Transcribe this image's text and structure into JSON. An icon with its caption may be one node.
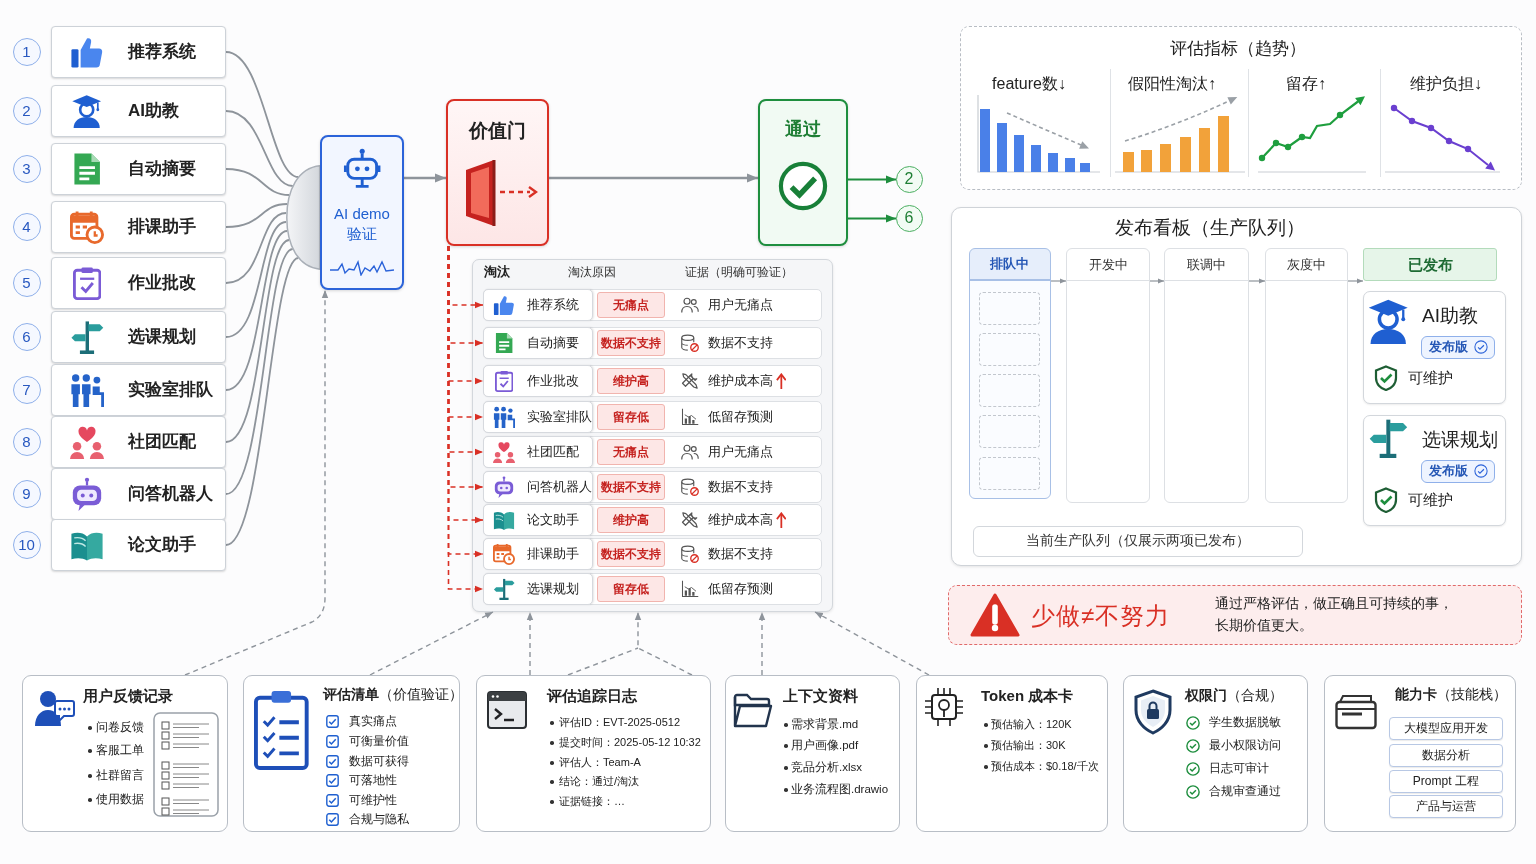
{
  "diagram": {
    "nodes": [
      {
        "text": [
          "1"
        ]
      },
      {
        "text": [
          "推荐系统"
        ]
      },
      {
        "text": [
          "2"
        ]
      },
      {
        "text": [
          "AI助教"
        ]
      },
      {
        "text": [
          "3"
        ]
      },
      {
        "text": [
          "自动摘要"
        ]
      },
      {
        "text": [
          "4"
        ]
      },
      {
        "text": [
          "排课助手"
        ]
      },
      {
        "text": [
          "5"
        ]
      },
      {
        "text": [
          "作业批改"
        ]
      },
      {
        "text": [
          "6"
        ]
      },
      {
        "text": [
          "选课规划"
        ]
      },
      {
        "text": [
          "7"
        ]
      },
      {
        "text": [
          "实验室排队"
        ]
      },
      {
        "text": [
          "8"
        ]
      },
      {
        "text": [
          "社团匹配"
        ]
      },
      {
        "text": [
          "9"
        ]
      },
      {
        "text": [
          "问答机器人"
        ]
      },
      {
        "text": [
          "10"
        ]
      },
      {
        "text": [
          "论文助手"
        ]
      },
      {
        "text": [],
        "shape": "semicircle"
      },
      {
        "text": [
          "AI demo 验证"
        ]
      },
      {
        "text": [
          "价值门"
        ]
      },
      {
        "text": [
          "通过"
        ]
      },
      {
        "text": [
          "2"
        ]
      },
      {
        "text": [
          "6"
        ]
      },
      {
        "text": [
          "淘汰",
          "淘汰原因",
          "证据（明确可验证）"
        ]
      },
      {
        "text": [
          "推荐系统",
          "无痛点",
          "用户无痛点"
        ],
        "in": 26
      },
      {
        "text": [
          "自动摘要",
          "数据不支持",
          "数据不支持"
        ],
        "in": 26
      },
      {
        "text": [
          "作业批改",
          "维护高",
          "维护成本高"
        ],
        "in": 26
      },
      {
        "text": [
          "实验室排队",
          "留存低",
          "低留存预测"
        ],
        "in": 26
      },
      {
        "text": [
          "社团匹配",
          "无痛点",
          "用户无痛点"
        ],
        "in": 26
      },
      {
        "text": [
          "问答机器人",
          "数据不支持",
          "数据不支持"
        ],
        "in": 26
      },
      {
        "text": [
          "论文助手",
          "维护高",
          "维护成本高"
        ],
        "in": 26
      },
      {
        "text": [
          "排课助手",
          "数据不支持",
          "数据不支持"
        ],
        "in": 26
      },
      {
        "text": [
          "选课规划",
          "留存低",
          "低留存预测"
        ],
        "in": 26
      },
      {
        "text": [
          "评估指标（趋势）",
          "feature数↓",
          "假阳性淘汰↑",
          "留存↑",
          "维护负担↓"
        ]
      },
      {
        "text": [
          "发布看板（生产队列）"
        ]
      },
      {
        "text": [
          "排队中"
        ],
        "in": 37
      },
      {
        "text": [],
        "shape": "box",
        "in": 38
      },
      {
        "text": [],
        "shape": "box",
        "in": 38
      },
      {
        "text": [],
        "shape": "box",
        "in": 38
      },
      {
        "text": [],
        "shape": "box",
        "in": 38
      },
      {
        "text": [],
        "shape": "box",
        "in": 38
      },
      {
        "text": [
          "开发中"
        ],
        "in": 37
      },
      {
        "text": [
          "联调中"
        ],
        "in": 37
      },
      {
        "text": [
          "灰度中"
        ],
        "in": 37
      },
      {
        "text": [
          "已发布"
        ],
        "in": 37
      },
      {
        "text": [
          "AI助教",
          "发布版",
          "可维护"
        ],
        "in": 37
      },
      {
        "text": [
          "选课规划",
          "发布版",
          "可维护"
        ],
        "in": 37
      },
      {
        "text": [
          "当前生产队列（仅展示两项已发布）"
        ],
        "in": 37
      },
      {
        "text": [
          "少做≠不努力",
          "通过严格评估，做正确且可持续的事，长期价值更大。"
        ]
      },
      {
        "text": [
          "用户反馈记录",
          "问卷反馈",
          "客服工单",
          "社群留言",
          "使用数据"
        ]
      },
      {
        "text": [
          "**评估清单**（价值验证）",
          "真实痛点",
          "可衡量价值",
          "数据可获得",
          "可落地性",
          "可维护性",
          "合规与隐私"
        ]
      },
      {
        "text": [
          "评估追踪日志",
          "评估ID：EVT-2025-0512",
          "提交时间：2025-05-12 10:32",
          "评估人：Team-A",
          "结论：通过/淘汰",
          "证据链接：…"
        ]
      },
      {
        "text": [
          "上下文资料",
          "需求背景.md",
          "用户画像.pdf",
          "竞品分析.xlsx",
          "业务流程图.drawio"
        ]
      },
      {
        "text": [
          "Token 成本卡",
          "预估输入：120K",
          "预估输出：30K",
          "预估成本：$0.18/千次"
        ]
      },
      {
        "text": [
          "**权限门**（合规）",
          "学生数据脱敏",
          "最小权限访问",
          "日志可审计",
          "合规审查通过"
        ]
      },
      {
        "text": [
          "**能力卡**（技能栈）"
        ]
      },
      {
        "text": [
          "大模型应用开发"
        ],
        "in": 58
      },
      {
        "text": [
          "数据分析"
        ],
        "in": 58
      },
      {
        "text": [
          "Prompt 工程"
        ],
        "in": 58
      },
      {
        "text": [
          "产品与运营"
        ],
        "in": 58
      }
    ],
    "edges": [
      {
        "from": 1,
        "to": 20,
        "arrow": "none"
      },
      {
        "from": 3,
        "to": 20,
        "arrow": "none"
      },
      {
        "from": 5,
        "to": 20,
        "arrow": "none"
      },
      {
        "from": 7,
        "to": 20,
        "arrow": "none"
      },
      {
        "from": 9,
        "to": 20,
        "arrow": "none"
      },
      {
        "from": 11,
        "to": 20,
        "arrow": "none"
      },
      {
        "from": 13,
        "to": 20,
        "arrow": "none"
      },
      {
        "from": 15,
        "to": 20,
        "arrow": "none"
      },
      {
        "from": 17,
        "to": 20,
        "arrow": "none"
      },
      {
        "from": 19,
        "to": 20,
        "arrow": "none"
      },
      {
        "from": 21,
        "to": 22,
        "arrow": "to"
      },
      {
        "from": 22,
        "to": 23,
        "arrow": "to"
      },
      {
        "from": 23,
        "to": 24,
        "arrow": "to",
        "color": "#1e8e3e"
      },
      {
        "from": 23,
        "to": 25,
        "arrow": "to",
        "color": "#1e8e3e"
      },
      {
        "from": 22,
        "to": 27,
        "arrow": "to",
        "style": "dashed",
        "color": "#d93025"
      },
      {
        "from": 22,
        "to": 28,
        "arrow": "to",
        "style": "dashed",
        "color": "#d93025"
      },
      {
        "from": 22,
        "to": 29,
        "arrow": "to",
        "style": "dashed",
        "color": "#d93025"
      },
      {
        "from": 22,
        "to": 30,
        "arrow": "to",
        "style": "dashed",
        "color": "#d93025"
      },
      {
        "from": 22,
        "to": 31,
        "arrow": "to",
        "style": "dashed",
        "color": "#d93025"
      },
      {
        "from": 22,
        "to": 32,
        "arrow": "to",
        "style": "dashed",
        "color": "#d93025"
      },
      {
        "from": 22,
        "to": 33,
        "arrow": "to",
        "style": "dashed",
        "color": "#d93025"
      },
      {
        "from": 22,
        "to": 34,
        "arrow": "to",
        "style": "dashed",
        "color": "#d93025"
      },
      {
        "from": 22,
        "to": 35,
        "arrow": "to",
        "style": "dashed",
        "color": "#d93025"
      },
      {
        "from": 38,
        "to": 44,
        "arrow": "to"
      },
      {
        "from": 44,
        "to": 45,
        "arrow": "to"
      },
      {
        "from": 45,
        "to": 46,
        "arrow": "to"
      },
      {
        "from": 46,
        "to": 47,
        "arrow": "to"
      },
      {
        "from": 52,
        "to": 21,
        "arrow": "to",
        "style": "dashed"
      },
      {
        "from": 53,
        "to": 26,
        "arrow": "to",
        "style": "dashed"
      },
      {
        "from": 54,
        "to": 26,
        "arrow": "to",
        "style": "dashed"
      },
      {
        "from": 54,
        "to": 26,
        "arrow": "to",
        "style": "dashed"
      },
      {
        "from": 55,
        "to": 26,
        "arrow": "to",
        "style": "dashed"
      },
      {
        "from": 56,
        "to": 26,
        "arrow": "to",
        "style": "dashed"
      }
    ]
  }
}
